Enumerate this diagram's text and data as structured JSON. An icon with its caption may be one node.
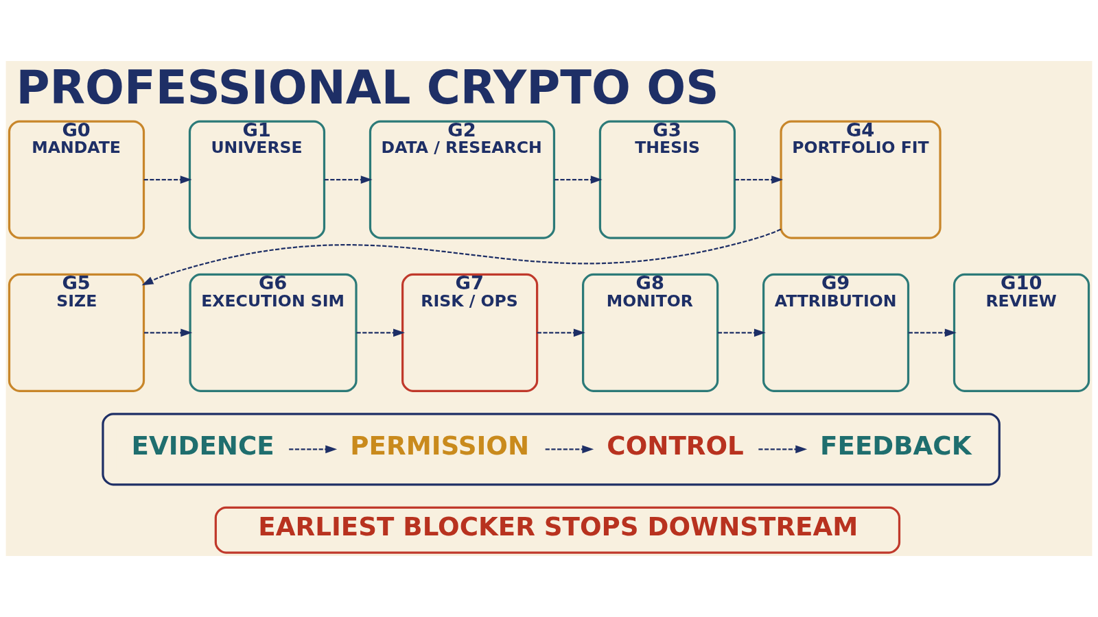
{
  "diagram": {
    "title": "PROFESSIONAL CRYPTO OS",
    "nodes": [
      {
        "text": [
          "G0",
          "MANDATE"
        ]
      },
      {
        "text": [
          "G1",
          "UNIVERSE"
        ]
      },
      {
        "text": [
          "G2",
          "DATA / RESEARCH"
        ]
      },
      {
        "text": [
          "G3",
          "THESIS"
        ]
      },
      {
        "text": [
          "G4",
          "PORTFOLIO FIT"
        ]
      },
      {
        "text": [
          "G5",
          "SIZE"
        ]
      },
      {
        "text": [
          "G6",
          "EXECUTION SIM"
        ]
      },
      {
        "text": [
          "G7",
          "RISK / OPS"
        ]
      },
      {
        "text": [
          "G8",
          "MONITOR"
        ]
      },
      {
        "text": [
          "G9",
          "ATTRIBUTION"
        ]
      },
      {
        "text": [
          "G10",
          "REVIEW"
        ]
      },
      {
        "text": [],
        "shape": "box"
      },
      {
        "text": [
          "EVIDENCE"
        ],
        "in": 11
      },
      {
        "text": [
          "PERMISSION"
        ],
        "in": 11
      },
      {
        "text": [
          "CONTROL"
        ],
        "in": 11
      },
      {
        "text": [
          "FEEDBACK"
        ],
        "in": 11
      },
      {
        "text": [
          "EARLIEST BLOCKER STOPS DOWNSTREAM"
        ]
      }
    ],
    "edges": [
      {
        "from": 0,
        "to": 1,
        "arrow": "to",
        "style": "dashed"
      },
      {
        "from": 1,
        "to": 2,
        "arrow": "to",
        "style": "dashed"
      },
      {
        "from": 2,
        "to": 3,
        "arrow": "to",
        "style": "dashed"
      },
      {
        "from": 3,
        "to": 4,
        "arrow": "to",
        "style": "dashed"
      },
      {
        "from": 4,
        "to": 5,
        "arrow": "to",
        "style": "dashed"
      },
      {
        "from": 5,
        "to": 6,
        "arrow": "to",
        "style": "dashed"
      },
      {
        "from": 6,
        "to": 7,
        "arrow": "to",
        "style": "dashed"
      },
      {
        "from": 7,
        "to": 8,
        "arrow": "to",
        "style": "dashed"
      },
      {
        "from": 8,
        "to": 9,
        "arrow": "to",
        "style": "dashed"
      },
      {
        "from": 9,
        "to": 10,
        "arrow": "to",
        "style": "dashed"
      },
      {
        "from": 12,
        "to": 13,
        "arrow": "to",
        "style": "dashed"
      },
      {
        "from": 13,
        "to": 14,
        "arrow": "to",
        "style": "dashed"
      },
      {
        "from": 14,
        "to": 15,
        "arrow": "to",
        "style": "dashed"
      }
    ]
  }
}
